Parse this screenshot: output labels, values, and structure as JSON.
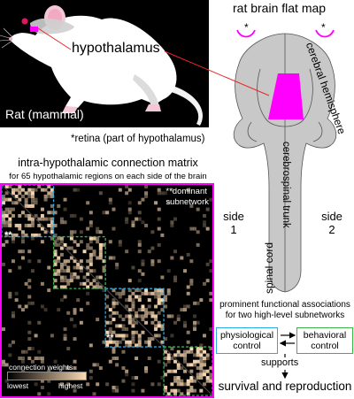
{
  "rat_panel": {
    "label": "Rat (mammal)",
    "hypothalamus_label": "hypothalamus",
    "footnote": "*retina (part of hypothalamus)"
  },
  "flat_map": {
    "title": "rat brain flat map",
    "retina_marks": [
      "*",
      "*"
    ],
    "hemisphere_label": "cerebral hemisphere",
    "trunk_label": "cerebrospinal trunk",
    "cord_label": "spinal cord",
    "side1": "side\n1",
    "side2": "side\n2"
  },
  "matrix": {
    "title": "intra-hypothalamic connection matrix",
    "subtitle": "for 65 hypothalamic regions on each side of the brain",
    "dominant_note": "**dominant\nsubnetwork",
    "star_marks": [
      "**",
      "**"
    ],
    "legend_title": "connection weights",
    "legend_low": "lowest",
    "legend_high": "highest"
  },
  "associations": {
    "text": "prominent functional associations\nfor two high-level subnetworks",
    "physiological": "physiological\ncontrol",
    "behavioral": "behavioral\ncontrol",
    "supports": "supports",
    "outcome": "survival and reproduction"
  },
  "colors": {
    "magenta": "#ff00ff",
    "brain_fill": "#c8c8c8",
    "physiological_border": "#29abe2",
    "behavioral_border": "#39b54a",
    "connection_red": "#e8262b"
  }
}
